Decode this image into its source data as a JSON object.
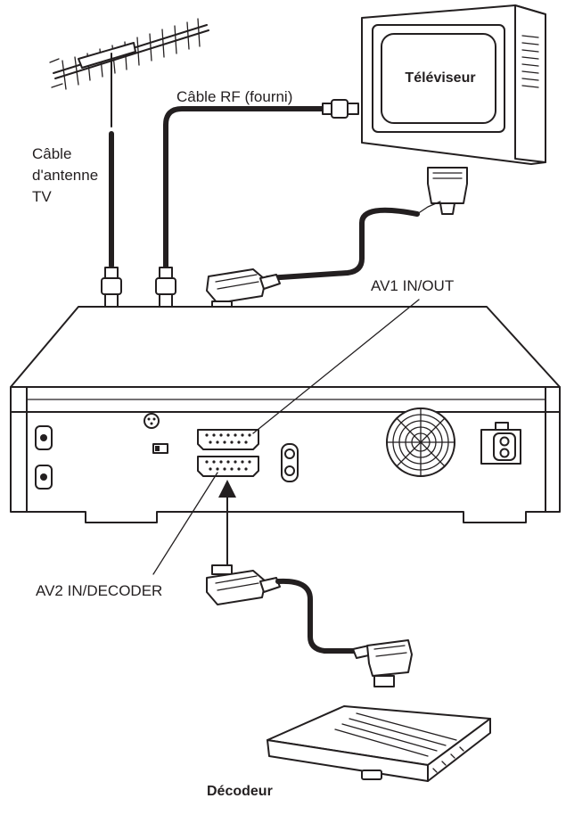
{
  "labels": {
    "tv": "Téléviseur",
    "rf_cable": "Câble RF (fourni)",
    "antenna_cable_line1": "Câble",
    "antenna_cable_line2": "d'antenne",
    "antenna_cable_line3": "TV",
    "av1": "AV1 IN/OUT",
    "av2": "AV2 IN/DECODER",
    "decoder": "Décodeur"
  },
  "colors": {
    "line": "#231f20",
    "background": "#ffffff"
  },
  "icons": [
    "antenna-icon",
    "television-icon",
    "vcr-icon",
    "scart-plug-icon",
    "rf-plug-icon",
    "decoder-box-icon",
    "fan-grille-icon",
    "power-socket-icon"
  ]
}
